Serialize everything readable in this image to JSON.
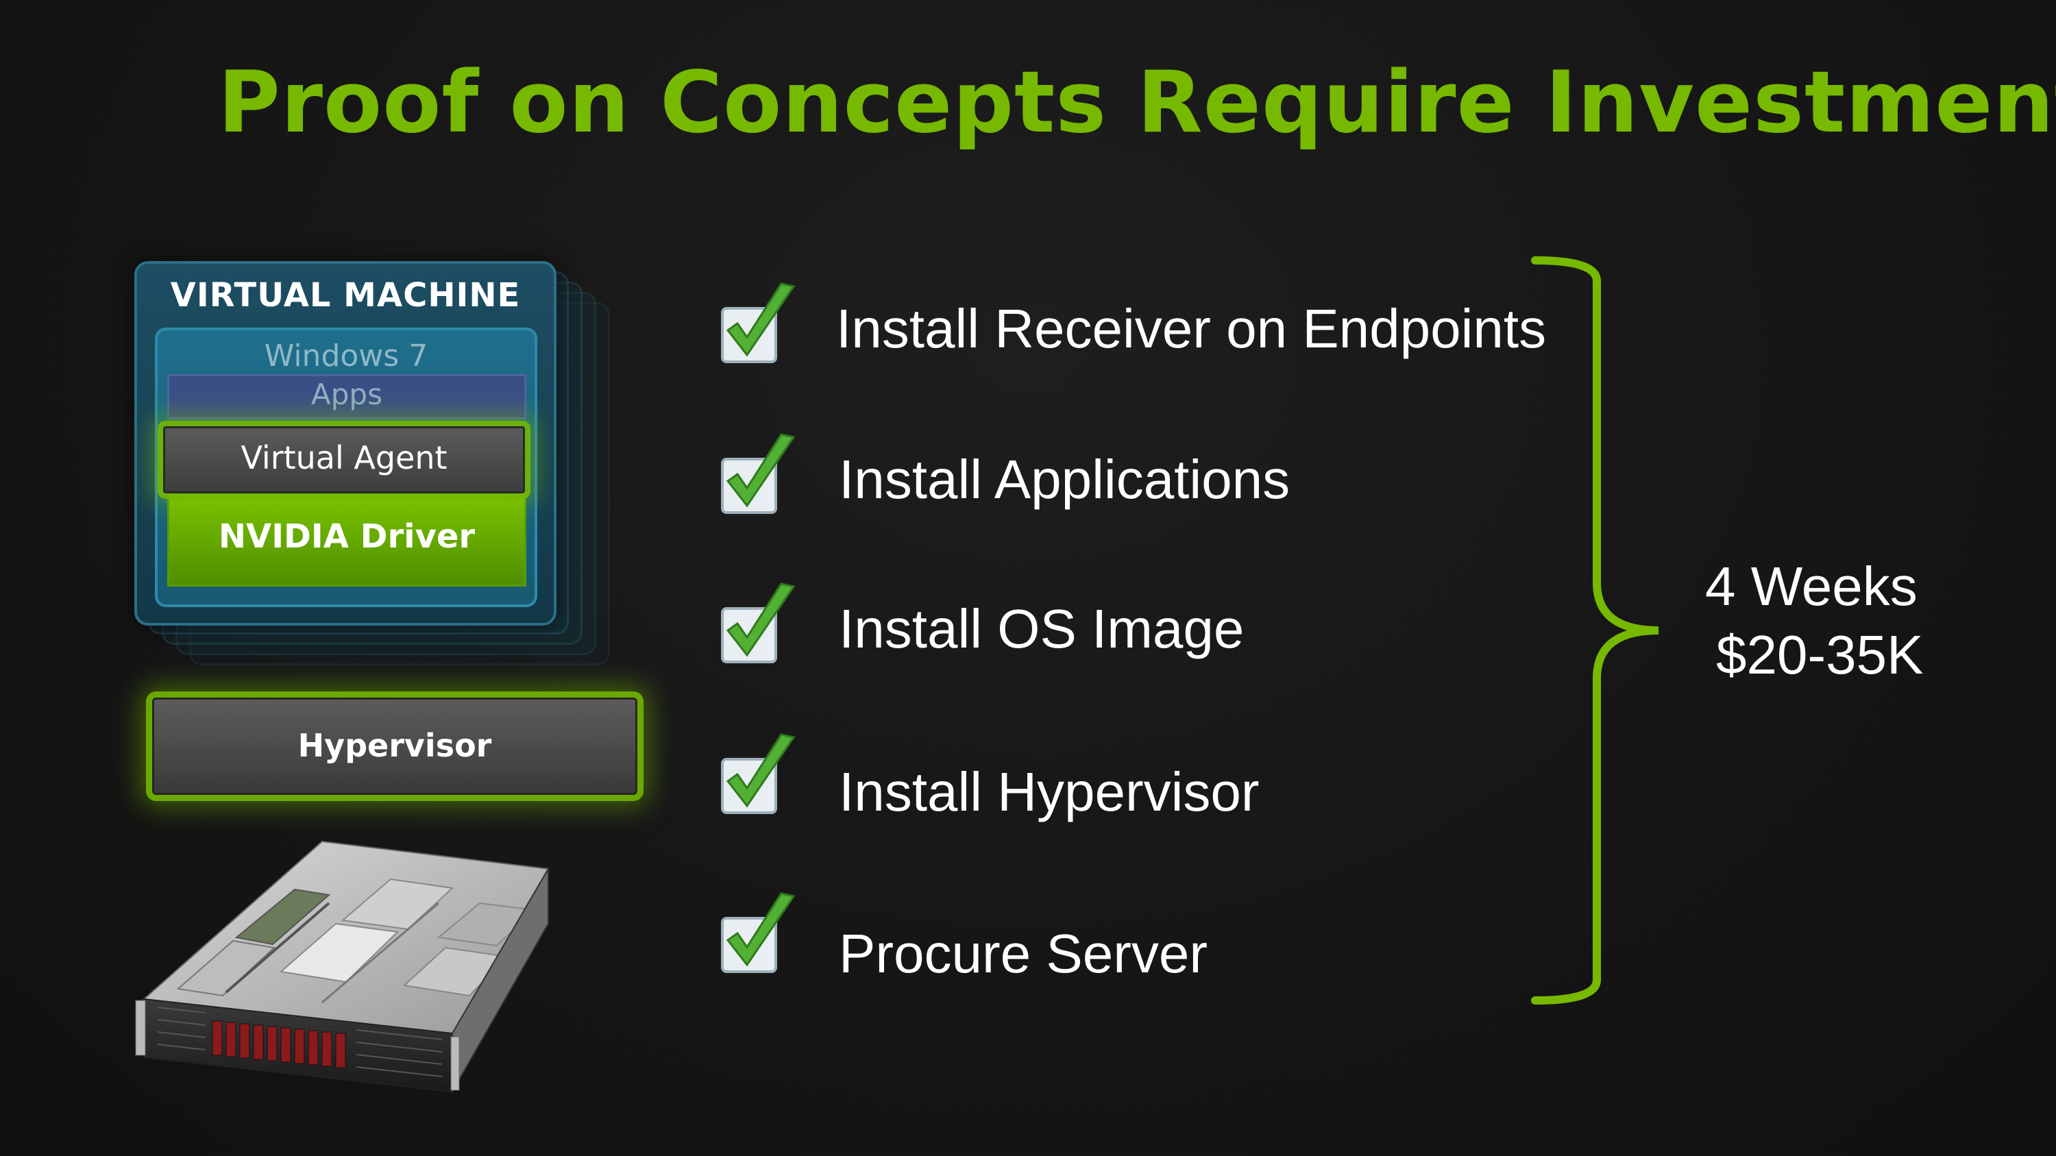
{
  "slide": {
    "title": "Proof on Concepts Require Investment"
  },
  "stack": {
    "vm_label": "VIRTUAL MACHINE",
    "os_label": "Windows 7",
    "apps_label": "Apps",
    "agent_label": "Virtual Agent",
    "driver_label": "NVIDIA Driver",
    "hypervisor_label": "Hypervisor",
    "server_image": "rack-server-image"
  },
  "checklist": {
    "icon": "green-checkmark-icon",
    "items": [
      "Install Receiver on Endpoints",
      "Install Applications",
      "Install OS Image",
      "Install Hypervisor",
      "Procure Server"
    ]
  },
  "summary": {
    "duration": "4 Weeks",
    "cost": "$20-35K"
  },
  "colors": {
    "accent": "#76b900",
    "background": "#161616",
    "text": "#ffffff"
  }
}
